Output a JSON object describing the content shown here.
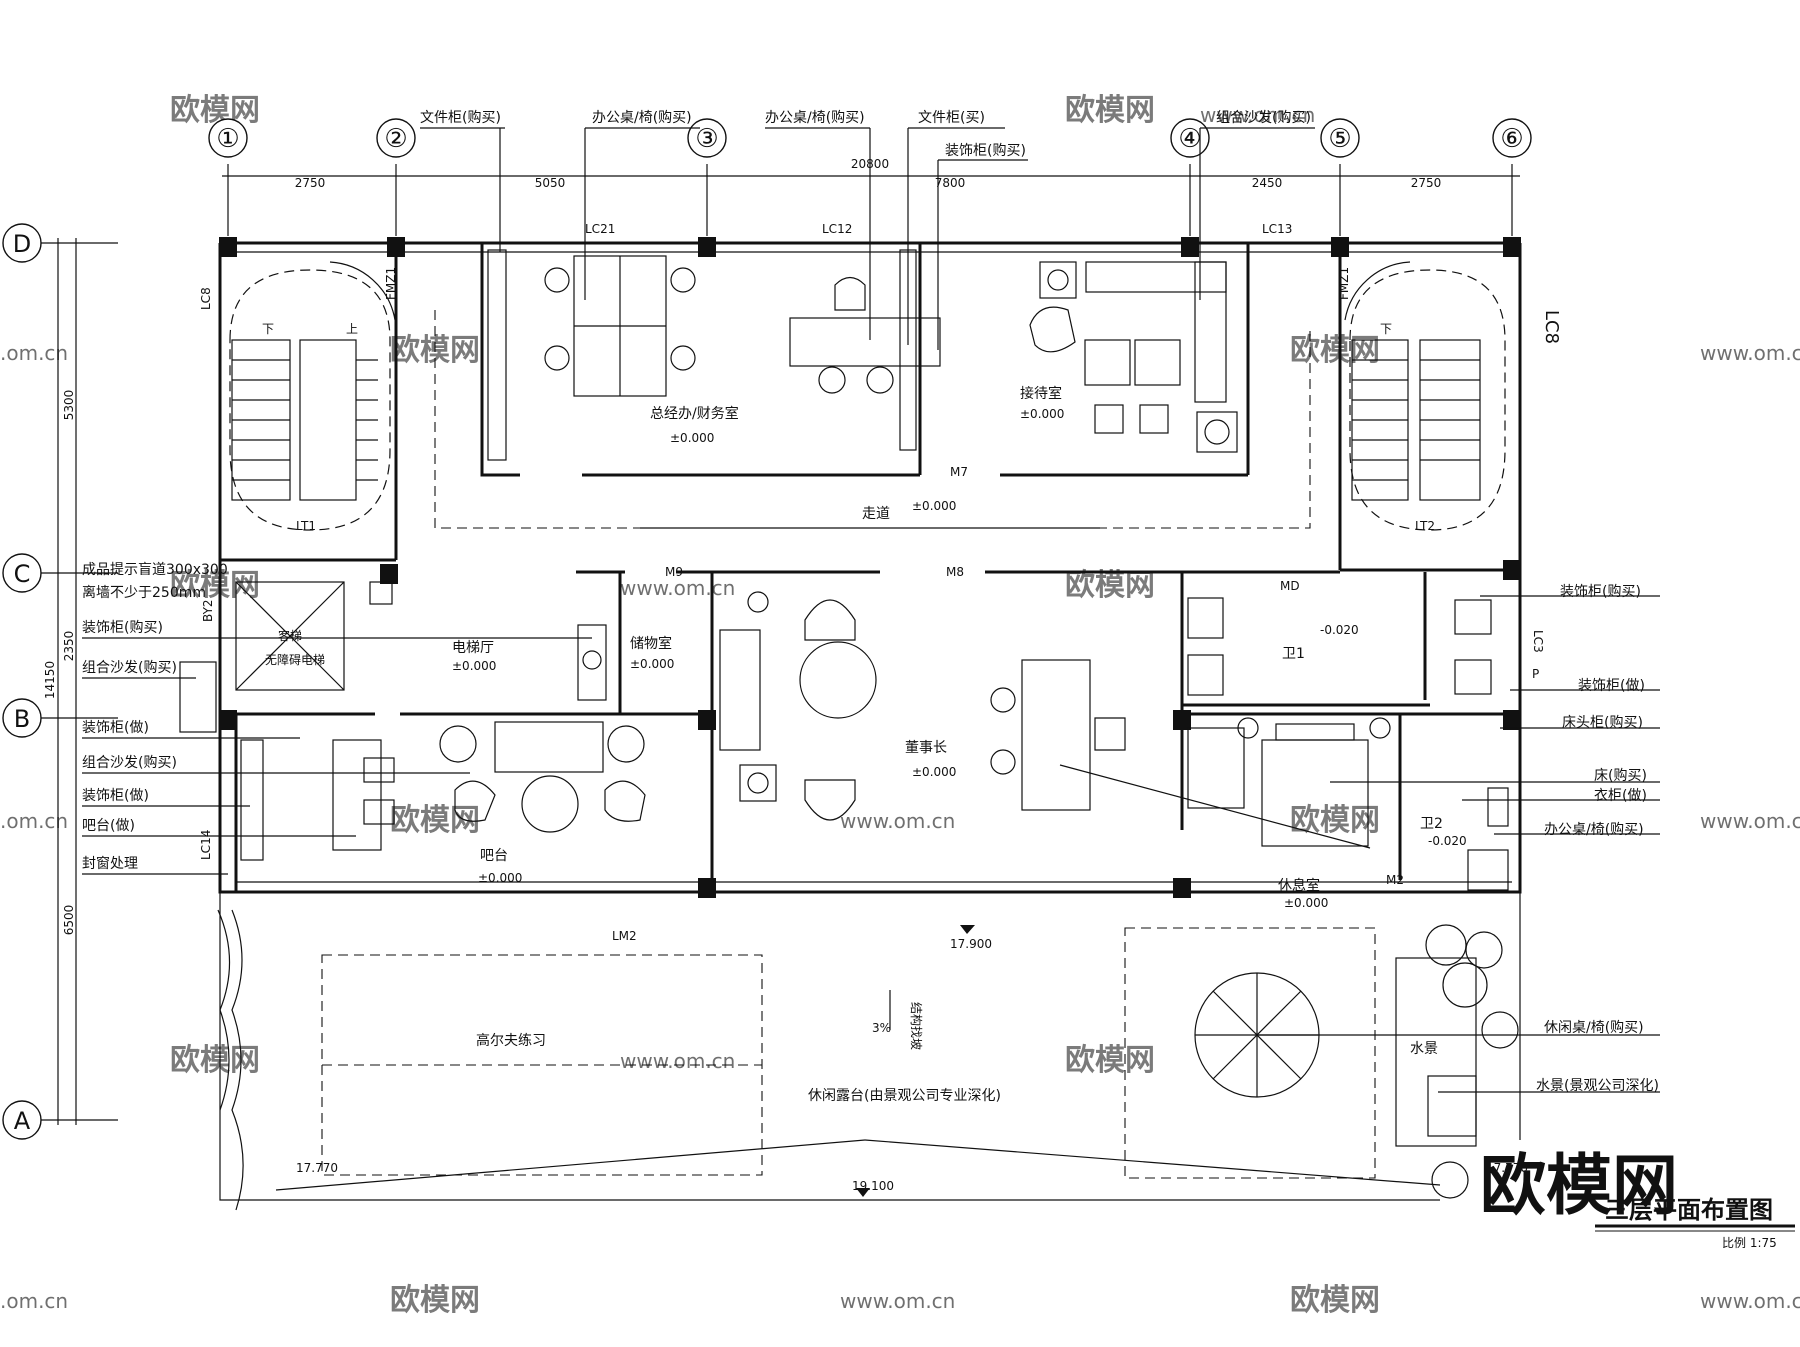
{
  "grid": {
    "axes_x": [
      "①",
      "②",
      "③",
      "④",
      "⑤",
      "⑥"
    ],
    "axes_y": [
      "D",
      "C",
      "B",
      "A"
    ],
    "dims_x": [
      "2750",
      "5050",
      "7800",
      "2450",
      "2750"
    ],
    "dim_total_x": "20800",
    "dims_y": [
      "5300",
      "2350",
      "6500"
    ],
    "dim_total_y": "14150"
  },
  "top_labels": [
    "文件柜(购买)",
    "办公桌/椅(购买)",
    "办公桌/椅(购买)",
    "文件柜(买)",
    "装饰柜(购买)",
    "组合沙发(购买)"
  ],
  "left_labels": [
    "成品提示盲道300x300",
    "离墙不少于250mm",
    "装饰柜(购买)",
    "组合沙发(购买)",
    "装饰柜(做)",
    "组合沙发(购买)",
    "装饰柜(做)",
    "吧台(做)",
    "封窗处理"
  ],
  "right_labels": [
    "装饰柜(购买)",
    "装饰柜(做)",
    "床头柜(购买)",
    "床(购买)",
    "衣柜(做)",
    "办公桌/椅(购买)",
    "休闲桌/椅(购买)",
    "水景(景观公司深化)"
  ],
  "rooms": {
    "gm_office": "总经办/财务室",
    "gm_level": "±0.000",
    "reception": "接待室",
    "reception_level": "±0.000",
    "corridor": "走道",
    "corridor_level": "±0.000",
    "elevator_hall": "电梯厅",
    "elevator_level": "±0.000",
    "storage": "储物室",
    "storage_level": "±0.000",
    "chairman": "董事长",
    "chairman_level": "±0.000",
    "bath1": "卫1",
    "bath1_level": "-0.020",
    "bar": "吧台",
    "bar_level": "±0.000",
    "rest": "休息室",
    "rest_level": "±0.000",
    "bath2": "卫2",
    "bath2_level": "-0.020",
    "golf": "高尔夫练习",
    "terrace": "休闲露台(由景观公司专业深化)",
    "water": "水景",
    "elevator_text": "客梯",
    "elevator_sub": "无障碍电梯"
  },
  "codes": {
    "lc21": "LC21",
    "lc12": "LC12",
    "lc13": "LC13",
    "lc8a": "LC8",
    "lc8b": "LC8",
    "lc3": "LC3",
    "lc14": "LC14",
    "lm2": "LM2",
    "m7": "M7",
    "m8": "M8",
    "m9": "M9",
    "md": "MD",
    "m2": "M2",
    "by2": "BY2",
    "lt1": "LT1",
    "lt2": "LT2",
    "fmz1a": "FMZ1",
    "fmz1b": "FMZ1",
    "down1": "下",
    "up1": "上",
    "down2": "下",
    "p": "P"
  },
  "elevations": {
    "e1": "17.900",
    "e2": "19.100",
    "e3": "17.770",
    "e4": "17.770",
    "slope": "3%",
    "slope_note": "结构找坡"
  },
  "title": {
    "main": "三层平面布置图",
    "scale": "比例 1:75",
    "brand": "欧模网"
  },
  "watermarks": {
    "text": "欧模网",
    "url": "www.om.cn",
    "short": ".om.cn"
  }
}
